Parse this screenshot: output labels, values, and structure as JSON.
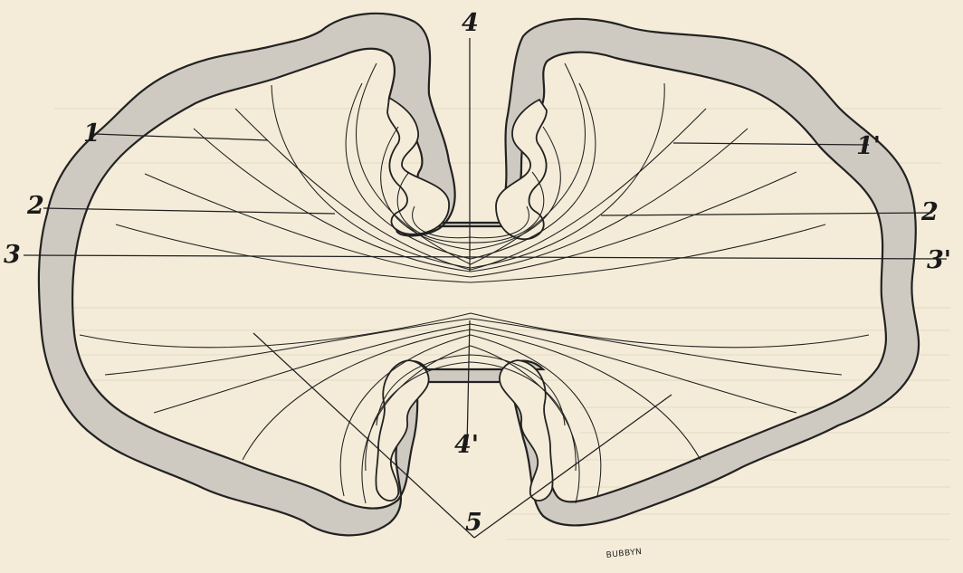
{
  "labels": {
    "l1": "1",
    "l1p": "1'",
    "l2": "2",
    "l2r": "2",
    "l3": "3",
    "l3p": "3'",
    "l4": "4",
    "l4p": "4'",
    "l5": "5",
    "engraver": "BUBBYN"
  },
  "colors": {
    "paper": "#f4ecd8",
    "cortex_gray": "#cfcac1",
    "ink": "#202020"
  }
}
